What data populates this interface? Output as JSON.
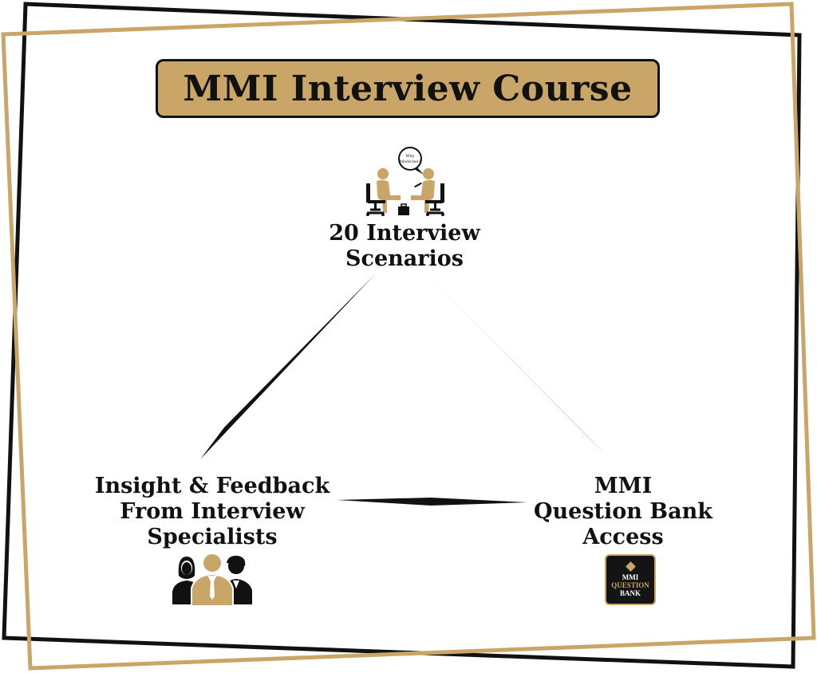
{
  "title": "MMI Interview Course",
  "colors": {
    "gold": "#c9a567",
    "dark": "#111111",
    "background": "#ffffff"
  },
  "nodes": {
    "top": {
      "lines": [
        "20 Interview",
        "Scenarios"
      ],
      "icon": "interview-icon",
      "speech_bubble": [
        "Why",
        "Medicine?"
      ]
    },
    "left": {
      "lines": [
        "Insight & Feedback",
        "From Interview",
        "Specialists"
      ],
      "icon": "specialists-icon"
    },
    "right": {
      "lines": [
        "MMI",
        "Question Bank",
        "Access"
      ],
      "icon": "question-bank-badge",
      "badge_lines": [
        "MMI",
        "QUESTION",
        "BANK"
      ]
    }
  }
}
